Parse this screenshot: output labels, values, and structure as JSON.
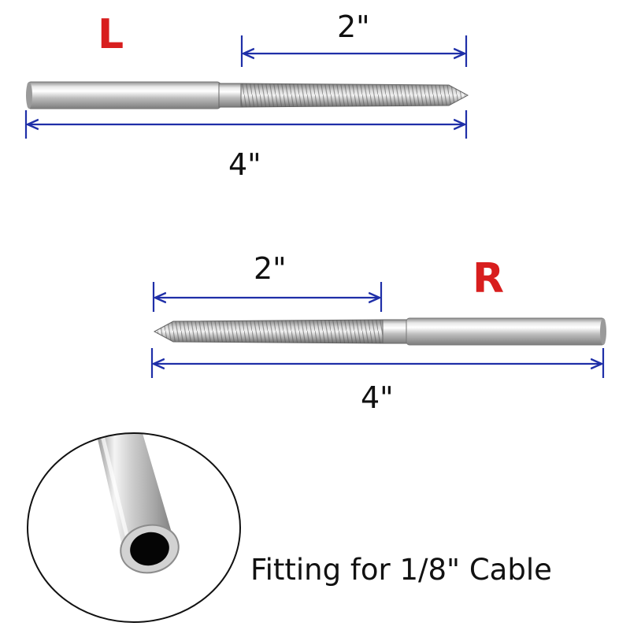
{
  "left_fitting": {
    "hand_label": "L",
    "thread_length": "2\"",
    "total_length": "4\""
  },
  "right_fitting": {
    "hand_label": "R",
    "thread_length": "2\"",
    "total_length": "4\""
  },
  "caption": "Fitting for 1/8\" Cable",
  "colors": {
    "hand_label": "#d81e1e",
    "dimension_line": "#1f2fa8",
    "steel": "#b8b8b8"
  }
}
